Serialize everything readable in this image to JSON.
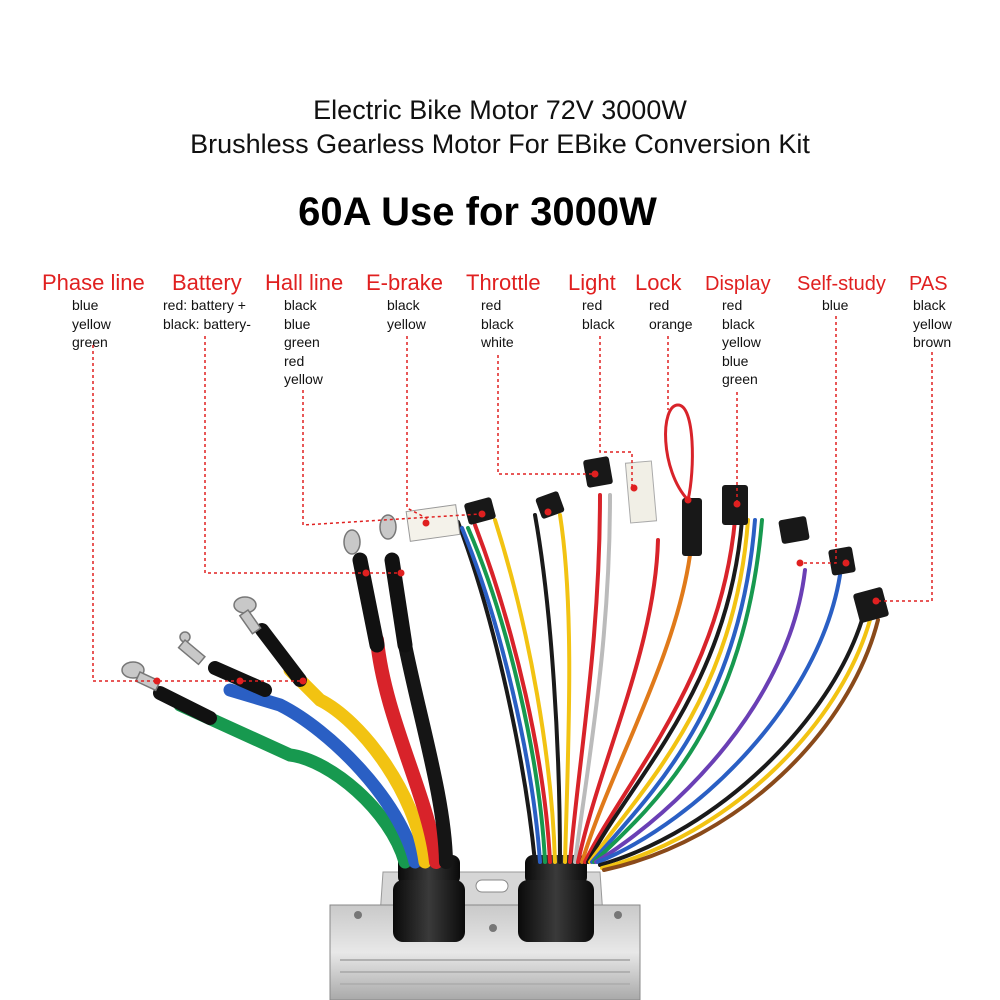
{
  "title": {
    "line1": "Electric Bike Motor 72V 3000W",
    "line2": "Brushless Gearless Motor For EBike Conversion Kit"
  },
  "headline": "60A Use for 3000W",
  "connectors": [
    {
      "name": "Phase line",
      "wires": [
        "blue",
        "yellow",
        "green"
      ]
    },
    {
      "name": "Battery",
      "wires": [
        "red: battery +",
        "black: battery-"
      ]
    },
    {
      "name": "Hall line",
      "wires": [
        "black",
        "blue",
        "green",
        "red",
        "yellow"
      ]
    },
    {
      "name": "E-brake",
      "wires": [
        "black",
        "yellow"
      ]
    },
    {
      "name": "Throttle",
      "wires": [
        "red",
        "black",
        "white"
      ]
    },
    {
      "name": "Light",
      "wires": [
        "red",
        "black"
      ]
    },
    {
      "name": "Lock",
      "wires": [
        "red",
        "orange"
      ]
    },
    {
      "name": "Display",
      "wires": [
        "red",
        "black",
        "yellow",
        "blue",
        "green"
      ]
    },
    {
      "name": "Self-study",
      "wires": [
        "blue"
      ]
    },
    {
      "name": "PAS",
      "wires": [
        "black",
        "yellow",
        "brown"
      ]
    }
  ],
  "colors": {
    "label": "#e02020",
    "callout": "#e02020",
    "text": "#111111"
  }
}
